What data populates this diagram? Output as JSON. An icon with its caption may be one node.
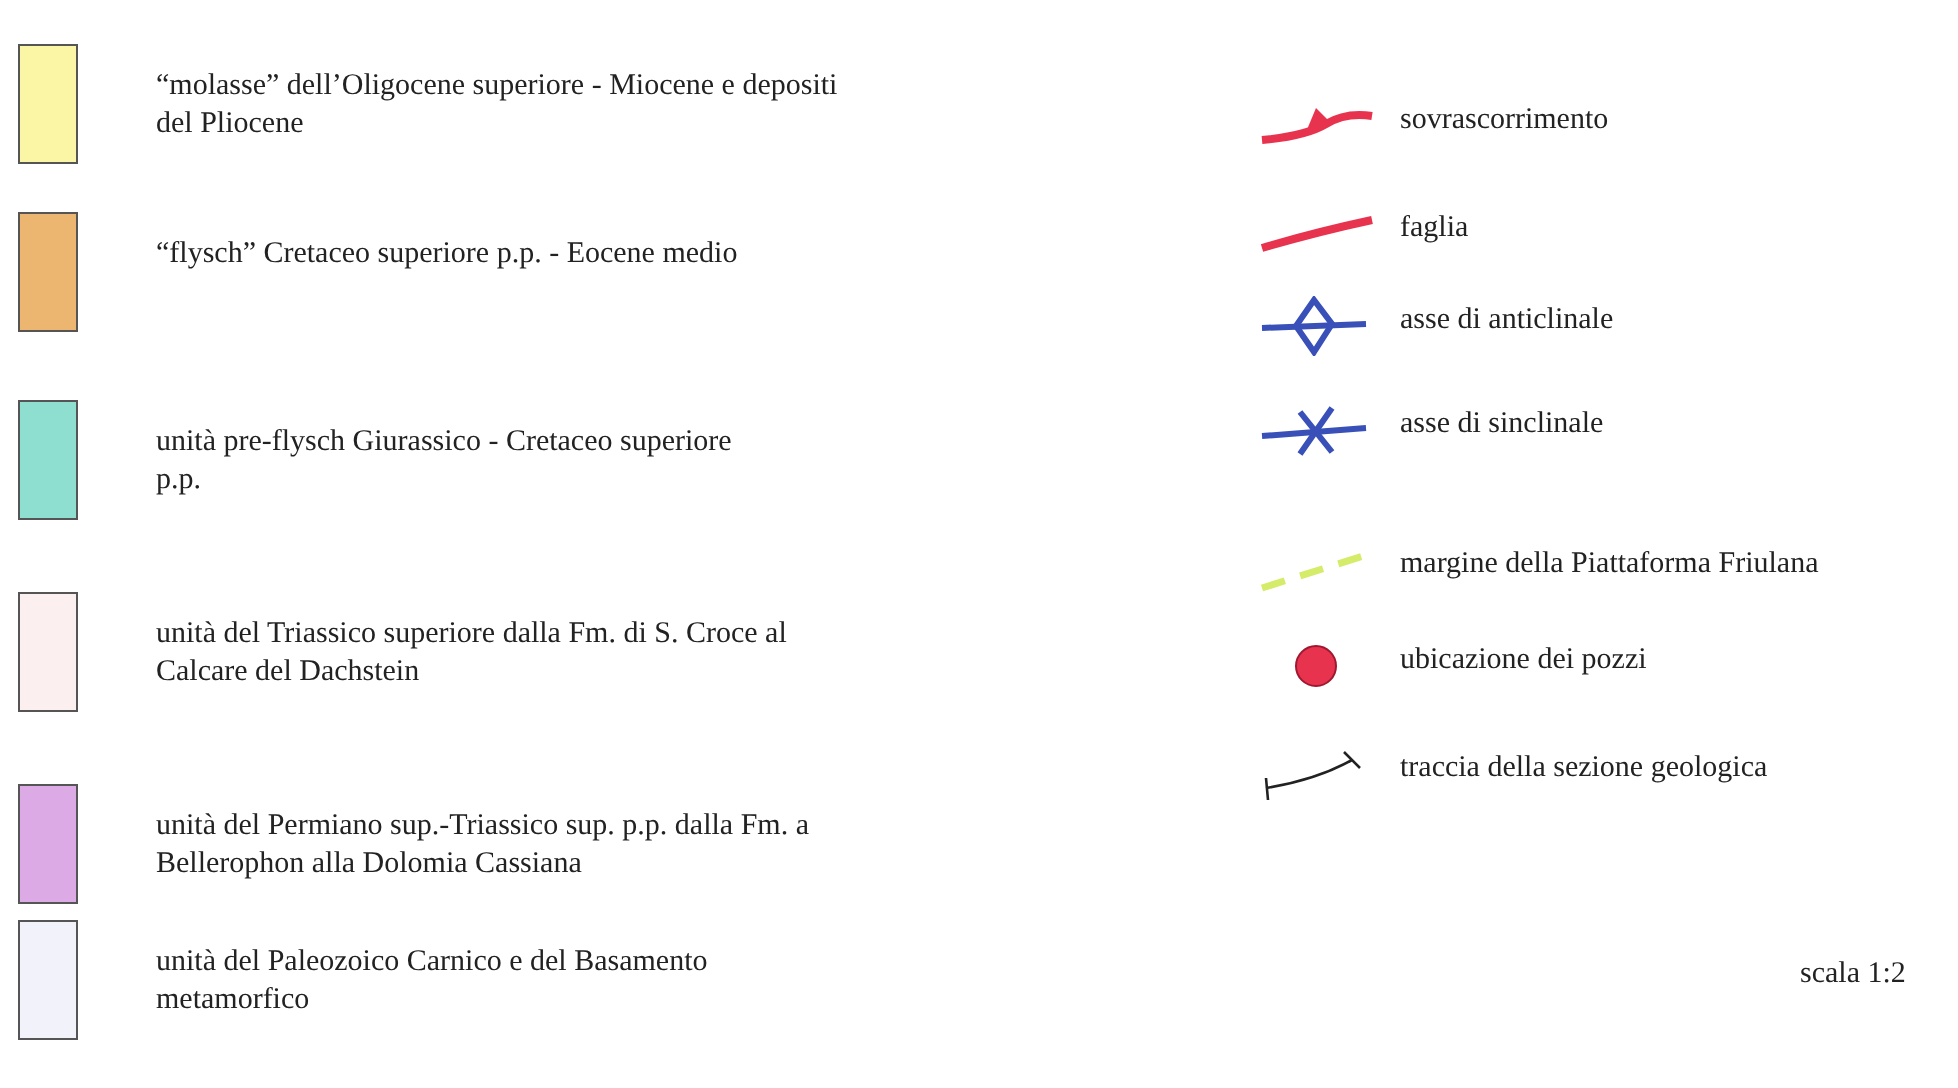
{
  "diagram": {
    "labels": [
      "scala 1:2"
    ],
    "legend": [
      {
        "text": "“molasse” dell’Oligocene superiore - Miocene e depositi del Pliocene",
        "color": "#fbf6a6"
      },
      {
        "text": "“flysch” Cretaceo superiore p.p. - Eocene medio",
        "color": "#ecb670"
      },
      {
        "text": "unità pre-flysch Giurassico - Cretaceo superiore p.p.",
        "color": "#8fdfd0"
      },
      {
        "text": "unità  del Triassico superiore dalla Fm. di S. Croce al Calcare del Dachstein",
        "color": "#fbf0ef"
      },
      {
        "text": "unità  del Permiano sup.-Triassico sup. p.p. dalla Fm. a Bellerophon alla Dolomia Cassiana",
        "color": "#dcaae4"
      },
      {
        "text": "unità  del Paleozoico Carnico e del Basamento metamorfico",
        "color": "#f2f2fa"
      },
      {
        "text": "sovrascorrimento"
      },
      {
        "text": "faglia"
      },
      {
        "text": "asse di anticlinale"
      },
      {
        "text": "asse di sinclinale"
      },
      {
        "text": "margine della Piattaforma Friulana"
      },
      {
        "text": "ubicazione dei pozzi"
      },
      {
        "text": "traccia della sezione geologica"
      }
    ]
  }
}
